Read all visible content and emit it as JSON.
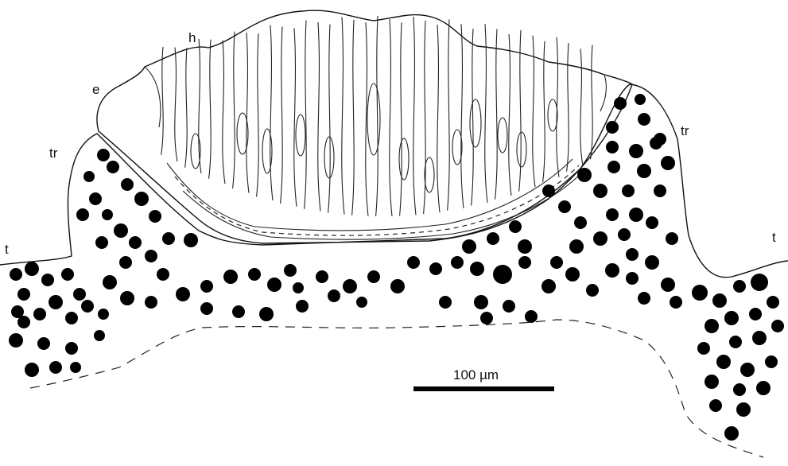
{
  "labels": {
    "h": "h",
    "e": "e",
    "tr_left": "tr",
    "tr_right": "tr",
    "t_left": "t",
    "t_right": "t"
  },
  "scale_bar": {
    "label": "100 µm"
  },
  "colors": {
    "ink": "#111111",
    "paper": "#ffffff"
  }
}
